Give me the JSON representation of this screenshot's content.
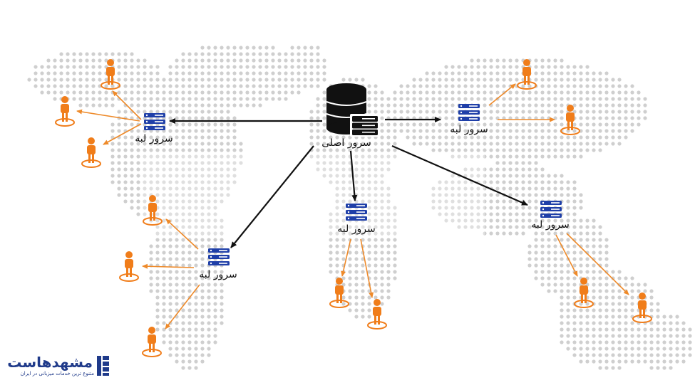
{
  "origin": {
    "label": "سرور اصلی"
  },
  "edges": [
    {
      "id": "nw",
      "label": "سرور لبه",
      "users": 3
    },
    {
      "id": "ne",
      "label": "سرور لبه",
      "users": 2
    },
    {
      "id": "center",
      "label": "سرور لبه",
      "users": 2
    },
    {
      "id": "sw",
      "label": "سرور لبه",
      "users": 3
    },
    {
      "id": "se",
      "label": "سرور لبه",
      "users": 2
    }
  ],
  "logo": {
    "name": "مشهدهاست",
    "tagline": "متنوع ترین خدمات میزبانی در ایران"
  },
  "colors": {
    "server": "#1f3fa8",
    "user": "#f07d1a",
    "arrow_main": "#111111",
    "arrow_user": "#ee8a2a",
    "map_dots": "#cfcfcf"
  }
}
